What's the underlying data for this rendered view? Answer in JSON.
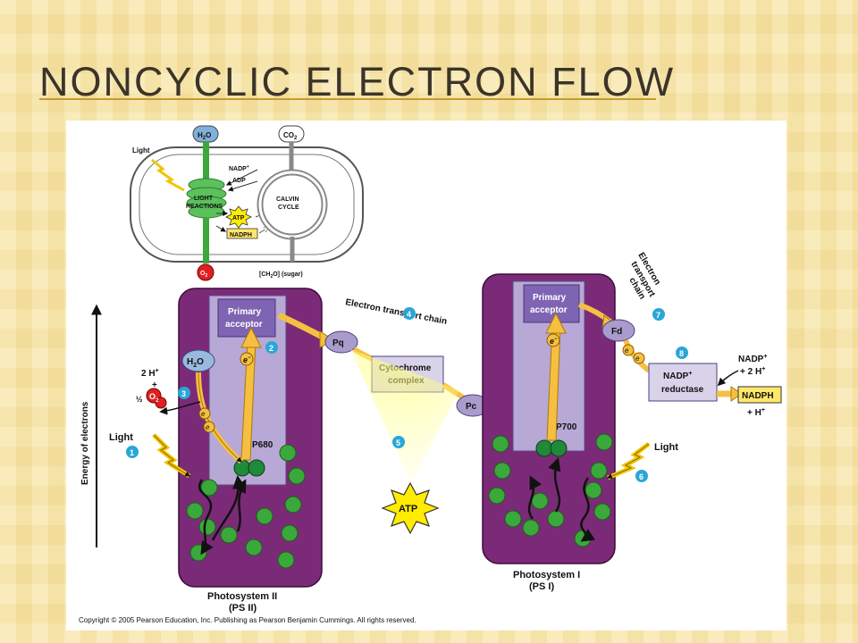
{
  "slide": {
    "title": "NONCYCLIC ELECTRON FLOW"
  },
  "inset": {
    "light": "Light",
    "h2o_base": "H",
    "h2o_sub": "2",
    "h2o_tail": "O",
    "co2_base": "CO",
    "co2_sub": "2",
    "nadp": "NADP",
    "adp": "ADP",
    "light_reactions_1": "LIGHT",
    "light_reactions_2": "REACTIONS",
    "calvin_1": "CALVIN",
    "calvin_2": "CYCLE",
    "atp": "ATP",
    "nadph": "NADPH",
    "o2_base": "O",
    "o2_sub": "2",
    "sugar_pre": "[CH",
    "sugar_sub": "2",
    "sugar_post": "O] (sugar)"
  },
  "diagram": {
    "energy_axis": "Energy of electrons",
    "light_left": "Light",
    "light_right": "Light",
    "psii_label_1": "Photosystem II",
    "psii_label_2": "(PS II)",
    "psi_label_1": "Photosystem I",
    "psi_label_2": "(PS I)",
    "primary_acceptor_1": "Primary",
    "primary_acceptor_2": "acceptor",
    "p680": "P680",
    "p700": "P700",
    "electron": "e",
    "water_base": "H",
    "water_sub": "2",
    "water_tail": "O",
    "hplus_base": "2 H",
    "plus_sign": "+",
    "plus_join": "+",
    "half": "½",
    "oxygen_base": "O",
    "oxygen_sub": "2",
    "pq": "Pq",
    "pc": "Pc",
    "fd": "Fd",
    "etc_label": "Electron transport chain",
    "cytochrome_1": "Cytochrome",
    "cytochrome_2": "complex",
    "atp": "ATP",
    "etc2_1": "Electron",
    "etc2_2": "transport",
    "etc2_3": "chain",
    "nadp_base": "NADP",
    "nadp_h": "+ 2 H",
    "nadp_reductase_1": "NADP",
    "nadp_reductase_2": "reductase",
    "nadph": "NADPH",
    "hplus_out": "+ H",
    "steps": [
      "1",
      "2",
      "3",
      "4",
      "5",
      "6",
      "7",
      "8"
    ]
  },
  "copyright": "Copyright © 2005 Pearson Education, Inc. Publishing as Pearson Benjamin Cummings. All rights reserved.",
  "colors": {
    "photosystem": "#7b2a78",
    "photosystem_inner": "#b8a8d6",
    "acceptor_box": "#7e64b3",
    "chlorophyll": "#3aa83a",
    "carrier": "#a99ccd",
    "step_badge": "#2aa6d6",
    "oxygen": "#e02020",
    "atp_burst": "#ffec00",
    "nadph_box": "#ffe76a",
    "title_text": "#3b3429"
  }
}
